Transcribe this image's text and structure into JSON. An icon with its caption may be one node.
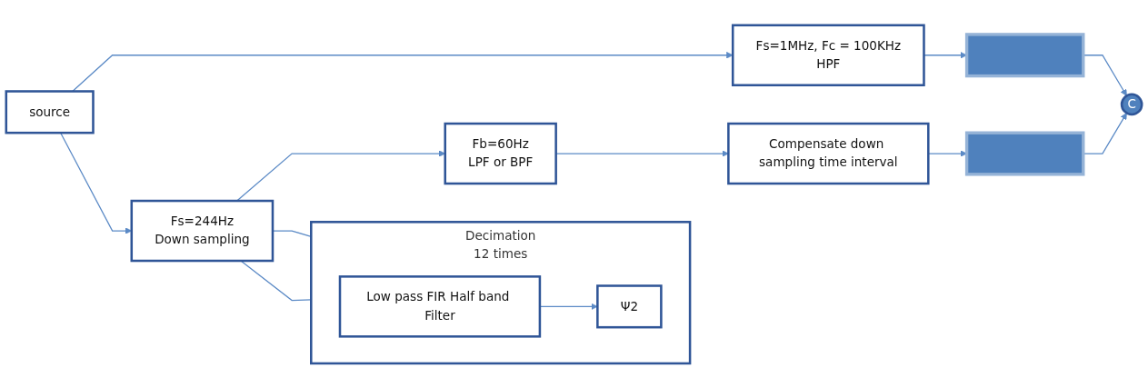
{
  "diagram": {
    "nodes": [
      {
        "text": [
          "source"
        ]
      },
      {
        "text": [
          "Fs=1MHz, Fc = 100KHz",
          "HPF"
        ]
      },
      {
        "text": [],
        "shape": "bar"
      },
      {
        "text": [
          "C"
        ]
      },
      {
        "text": [
          "Fs=244Hz",
          "Down sampling"
        ]
      },
      {
        "text": [
          "Fb=60Hz",
          "LPF or BPF"
        ]
      },
      {
        "text": [
          "Decimation",
          "12 times"
        ]
      },
      {
        "text": [
          "Low pass FIR Half band Filter"
        ],
        "in": 6
      },
      {
        "text": [
          "Ψ2"
        ],
        "in": 6
      },
      {
        "text": [
          "Compensate down sampling time interval"
        ]
      },
      {
        "text": [],
        "shape": "bar"
      }
    ],
    "edges": [
      {
        "from": 0,
        "to": 1,
        "arrow": "to"
      },
      {
        "from": 0,
        "to": 4,
        "arrow": "to"
      },
      {
        "from": 1,
        "to": 2,
        "arrow": "to"
      },
      {
        "from": 2,
        "to": 3,
        "arrow": "to"
      },
      {
        "from": 4,
        "to": 5,
        "arrow": "to"
      },
      {
        "from": 4,
        "to": 6,
        "arrow": "none"
      },
      {
        "from": 4,
        "to": 6,
        "arrow": "none"
      },
      {
        "from": 7,
        "to": 8,
        "arrow": "to"
      },
      {
        "from": 5,
        "to": 9,
        "arrow": "to"
      },
      {
        "from": 9,
        "to": 10,
        "arrow": "to"
      },
      {
        "from": 10,
        "to": 3,
        "arrow": "to"
      }
    ]
  }
}
